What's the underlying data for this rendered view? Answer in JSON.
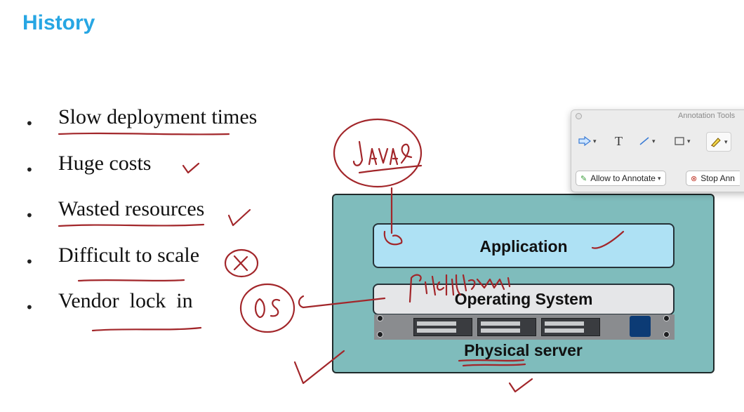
{
  "slide": {
    "title": "History",
    "bullet_symbol": "•",
    "bullets": [
      "Slow deployment times",
      "Huge costs",
      "Wasted resources",
      "Difficult to scale",
      "Vendor  lock  in"
    ]
  },
  "diagram": {
    "application_label": "Application",
    "os_label": "Operating System",
    "server_label": "Physical server"
  },
  "annotation_toolbar": {
    "title": "Annotation Tools",
    "tools": [
      "arrow-icon",
      "text-icon",
      "line-icon",
      "rectangle-icon",
      "pen-icon"
    ],
    "text_tool_glyph": "T",
    "allow_button_label": "Allow to Annotate",
    "stop_button_label": "Stop Ann"
  },
  "handwriting": {
    "ink_color": "#a2262a",
    "notes": [
      "Java",
      "Platform",
      "OS"
    ]
  },
  "colors": {
    "title": "#27a6e3",
    "server_bg": "#7fbcbc",
    "application_bg": "#aee1f4",
    "os_bg": "#e5e6e8",
    "rack_button": "#0c3b75"
  }
}
